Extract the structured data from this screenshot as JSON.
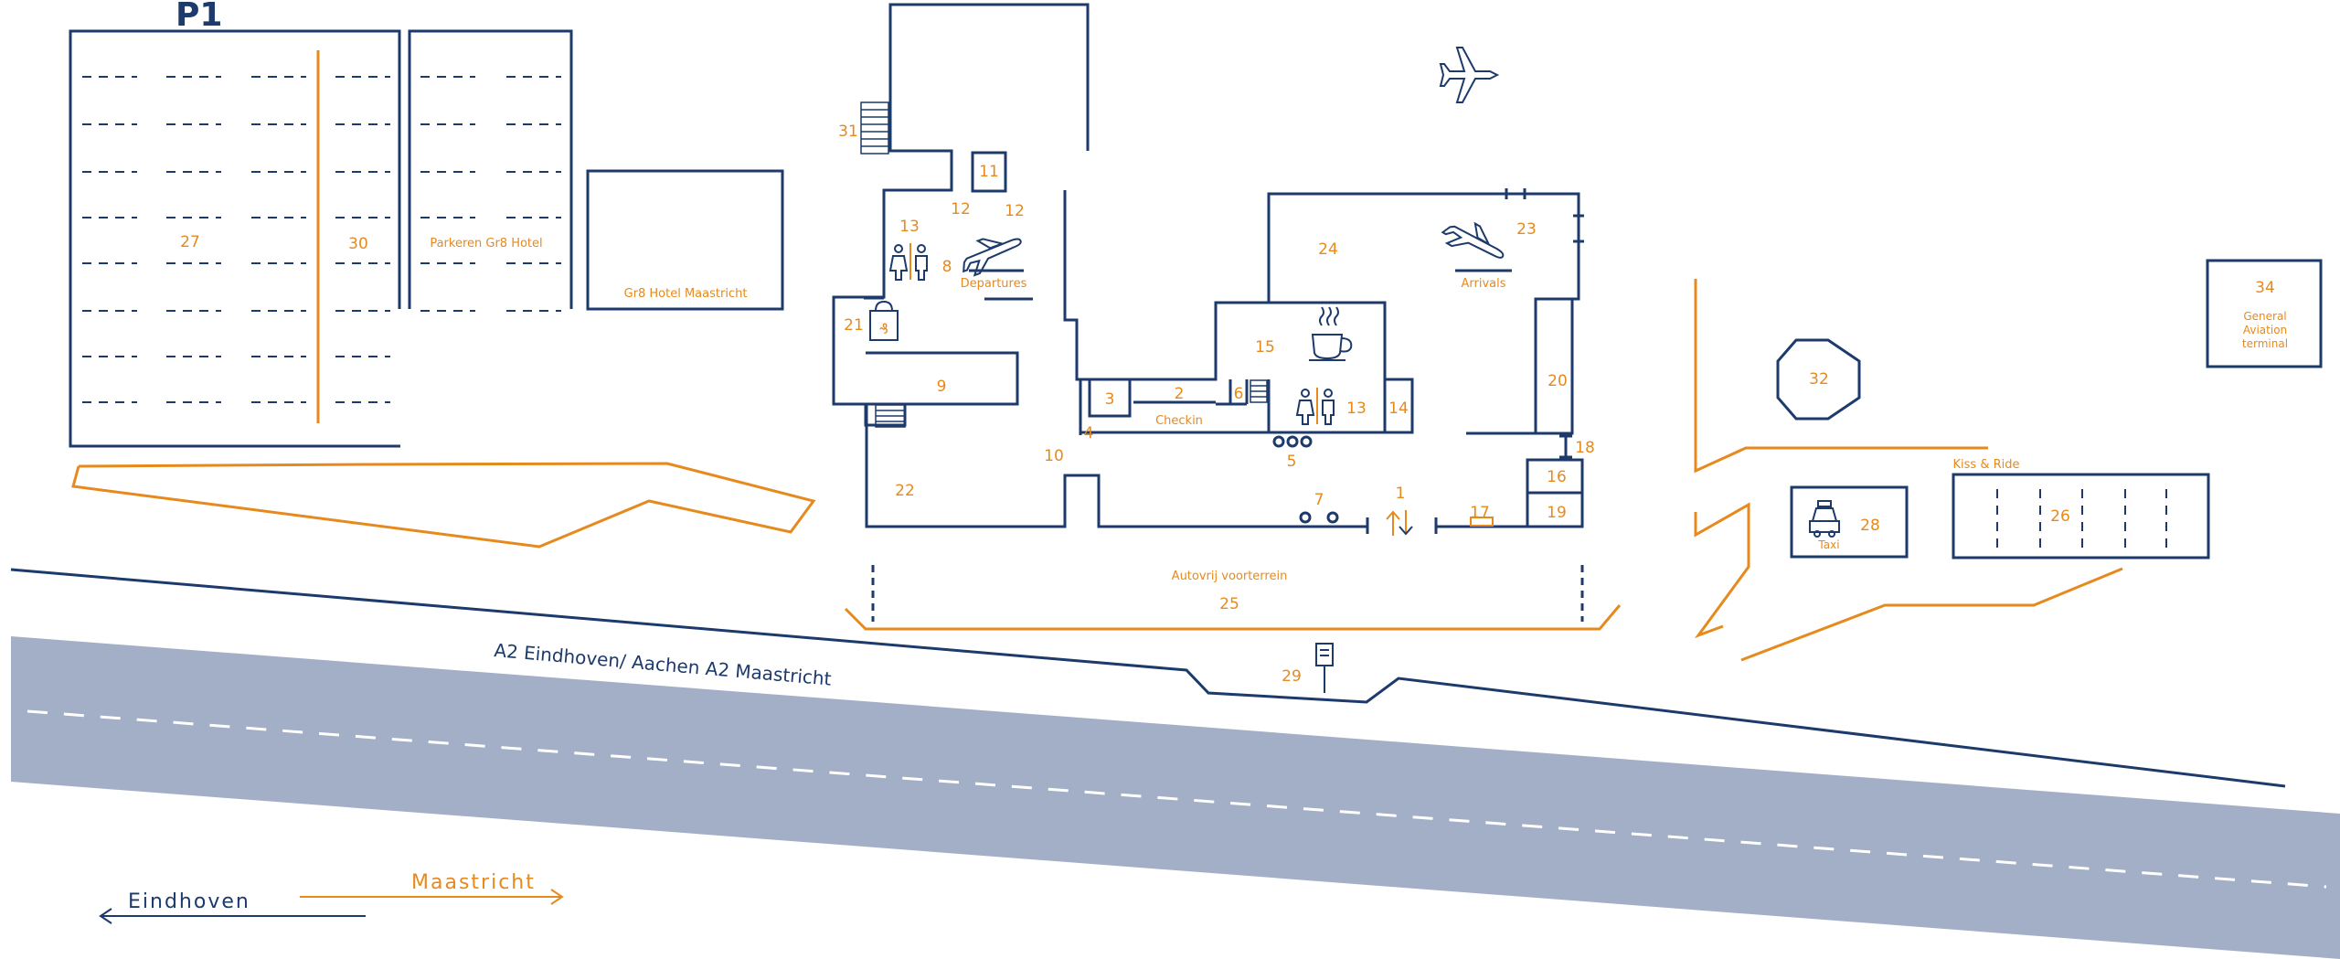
{
  "map": {
    "parking_title": "P1",
    "parking_hotel_label": "Parkeren Gr8 Hotel",
    "hotel_label": "Gr8 Hotel Maastricht",
    "departures_label": "Departures",
    "arrivals_label": "Arrivals",
    "checkin_label": "Checkin",
    "forecourt_label": "Autovrij voorterrein",
    "kiss_ride_label": "Kiss & Ride",
    "taxi_label": "Taxi",
    "ga_line1": "General",
    "ga_line2": "Aviation",
    "ga_line3": "terminal",
    "road_label": "A2 Eindhoven/ Aachen  A2 Maastricht",
    "dir_left": "Eindhoven",
    "dir_right": "Maastricht",
    "numbers": {
      "n1": "1",
      "n2": "2",
      "n3": "3",
      "n4": "4",
      "n5": "5",
      "n6": "6",
      "n7": "7",
      "n8": "8",
      "n9": "9",
      "n10": "10",
      "n11": "11",
      "n12a": "12",
      "n12b": "12",
      "n13a": "13",
      "n13b": "13",
      "n14": "14",
      "n15": "15",
      "n16": "16",
      "n17": "17",
      "n18": "18",
      "n19": "19",
      "n20": "20",
      "n21": "21",
      "n22": "22",
      "n23": "23",
      "n24": "24",
      "n25": "25",
      "n26": "26",
      "n27": "27",
      "n28": "28",
      "n29": "29",
      "n30": "30",
      "n31": "31",
      "n32": "32",
      "n34": "34"
    },
    "colors": {
      "navy": "#1c3a6b",
      "orange": "#e68a1e",
      "road": "#a2afc7"
    },
    "icons": [
      "airplane-icon",
      "departures-plane-icon",
      "arrivals-plane-icon",
      "toilet-icon",
      "shopping-bag-icon",
      "coffee-cup-icon",
      "taxi-icon",
      "bus-stop-icon",
      "elevator-arrows-icon",
      "escalator-icon"
    ]
  }
}
